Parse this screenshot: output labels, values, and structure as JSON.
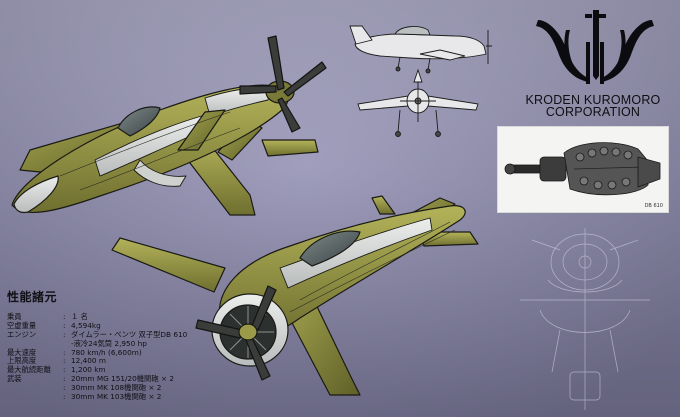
{
  "company": {
    "name_line1": "KRODEN KUROMORO",
    "name_line2": "CORPORATION"
  },
  "colors": {
    "background": "#9a98b8",
    "aircraft_body": "#8a8a3e",
    "aircraft_panel": "#d6d8d6",
    "ink": "#101016"
  },
  "photo": {
    "caption": "DB 610"
  },
  "specs": {
    "title": "性能諸元",
    "rows": [
      {
        "key": "乗員",
        "value": "１ 名"
      },
      {
        "key": "空虚重量",
        "value": "4,594kg"
      },
      {
        "key": "エンジン",
        "value": "ダイムラー・ベンツ 双子型DB 610"
      },
      {
        "key": "",
        "value": "-液冷24気筒 2,950 hp"
      },
      {
        "key": "最大速度",
        "value": "780 km/h (6,600m)"
      },
      {
        "key": "上限高度",
        "value": "12,400 m"
      },
      {
        "key": "最大航続距離",
        "value": "1,200 km"
      },
      {
        "key": "武装",
        "value": "20mm MG 151/20機関砲 × 2"
      },
      {
        "key": "",
        "value": "30mm MK 108機関砲 × 2"
      },
      {
        "key": "",
        "value": "30mm MK 103機関砲 × 2"
      }
    ]
  }
}
